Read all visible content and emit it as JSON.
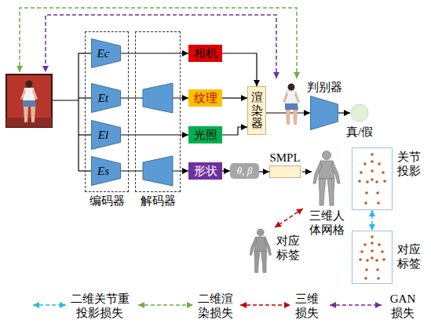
{
  "diagram": {
    "nodes": [
      {
        "text": [
          "编码器"
        ]
      },
      {
        "text": [
          "Ec"
        ],
        "in": 0
      },
      {
        "text": [
          "Et"
        ],
        "in": 0
      },
      {
        "text": [
          "El"
        ],
        "in": 0
      },
      {
        "text": [
          "Es"
        ],
        "in": 0
      },
      {
        "text": [
          "解码器"
        ]
      },
      {
        "text": [
          "相机"
        ]
      },
      {
        "text": [
          "纹理"
        ]
      },
      {
        "text": [
          "光照"
        ]
      },
      {
        "text": [
          "形状"
        ]
      },
      {
        "text": [
          "θ, β"
        ]
      },
      {
        "text": [
          "渲染器"
        ]
      },
      {
        "text": [
          "SMPL"
        ]
      },
      {
        "text": [
          "判别器"
        ]
      },
      {
        "text": [
          "真/假"
        ]
      },
      {
        "text": [
          "关节 投影"
        ]
      },
      {
        "text": [
          "对应 标签"
        ]
      }
    ],
    "edges": [
      {
        "from": 1,
        "to": 6,
        "arrow": "to"
      },
      {
        "from": 2,
        "to": 7,
        "arrow": "to"
      },
      {
        "from": 3,
        "to": 8,
        "arrow": "to"
      },
      {
        "from": 4,
        "to": 9,
        "arrow": "to"
      },
      {
        "from": 6,
        "to": 11,
        "arrow": "to"
      },
      {
        "from": 7,
        "to": 11,
        "arrow": "to"
      },
      {
        "from": 8,
        "to": 11,
        "arrow": "to"
      },
      {
        "from": 11,
        "to": 13,
        "arrow": "to"
      },
      {
        "from": 13,
        "to": 14,
        "arrow": "to"
      },
      {
        "from": 9,
        "to": 10,
        "arrow": "to"
      },
      {
        "from": 10,
        "to": 12,
        "arrow": "to"
      },
      {
        "from": 15,
        "to": 16,
        "arrow": "both"
      }
    ],
    "labels": [
      "三维人 体网格",
      "对应 标签"
    ],
    "legend": [
      {
        "text": "二维关节重 投影损失"
      },
      {
        "text": "二维渲 染损失"
      },
      {
        "text": "三维 损失"
      },
      {
        "text": "GAN 损失"
      }
    ]
  }
}
